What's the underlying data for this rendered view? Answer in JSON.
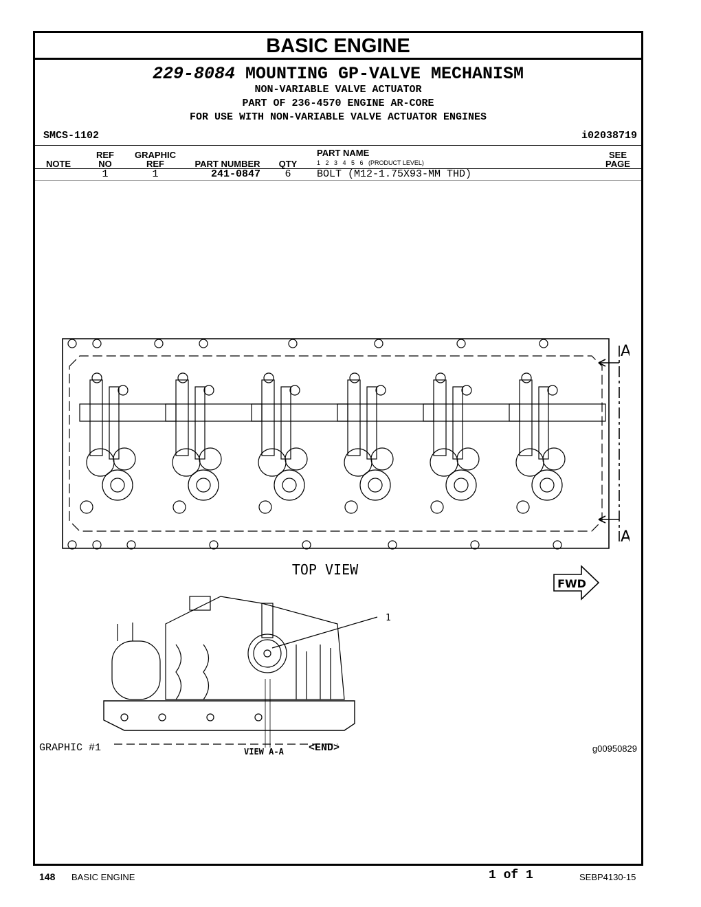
{
  "section_title": "BASIC ENGINE",
  "group": {
    "number": "229-8084",
    "name": "MOUNTING GP-VALVE MECHANISM",
    "lines": [
      "NON-VARIABLE VALVE ACTUATOR",
      "PART OF 236-4570 ENGINE AR-CORE",
      "FOR USE WITH NON-VARIABLE VALVE ACTUATOR ENGINES"
    ]
  },
  "smcs": "SMCS-1102",
  "illustration_id": "i02038719",
  "table": {
    "headers": {
      "note": "NOTE",
      "ref_no_1": "REF",
      "ref_no_2": "NO",
      "graphic_ref_1": "GRAPHIC",
      "graphic_ref_2": "REF",
      "part_number": "PART NUMBER",
      "qty": "QTY",
      "part_name": "PART NAME",
      "levels": "1   2   3   4   5   6   (PRODUCT LEVEL)",
      "see_page_1": "SEE",
      "see_page_2": "PAGE"
    },
    "rows": [
      {
        "note": "",
        "ref_no": "1",
        "graphic_ref": "1",
        "part_number": "241-0847",
        "qty": "6",
        "part_name": "BOLT (M12-1.75X93-MM THD)",
        "see_page": ""
      }
    ]
  },
  "graphic": {
    "top_view_label": "TOP VIEW",
    "section_mark": "A",
    "fwd_label": "FWD",
    "callout": "1",
    "view_label": "VIEW A-A",
    "caption": "GRAPHIC #1",
    "end_marker": "<END>",
    "graphic_id": "g00950829"
  },
  "footer": {
    "page_number": "148",
    "section": "BASIC ENGINE",
    "page_of": "1 of 1",
    "doc_id": "SEBP4130-15"
  }
}
